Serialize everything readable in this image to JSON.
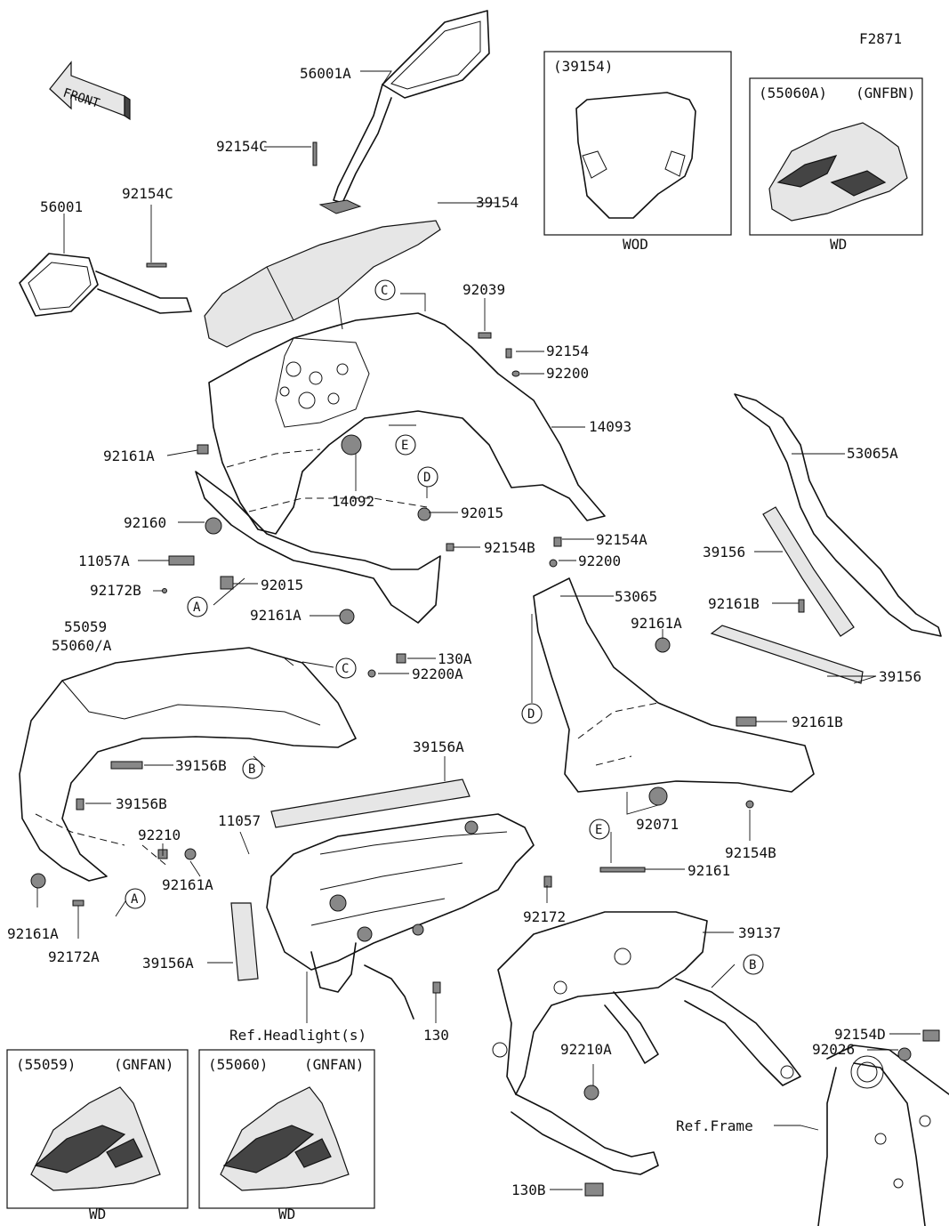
{
  "figure_code": "F2871",
  "front_arrow": "FRONT",
  "parts": {
    "p56001A": "56001A",
    "p92154C_top": "92154C",
    "p56001": "56001",
    "p92154C_left": "92154C",
    "p39154": "39154",
    "p92039": "92039",
    "p92154": "92154",
    "p92200_top": "92200",
    "p14093": "14093",
    "p92161A_1": "92161A",
    "p14092": "14092",
    "p92015_1": "92015",
    "p92160": "92160",
    "p11057A": "11057A",
    "p92172B": "92172B",
    "p92015_2": "92015",
    "p92161A_2": "92161A",
    "p92154B_1": "92154B",
    "p92154A": "92154A",
    "p92200_mid": "92200",
    "p53065": "53065",
    "p53065A": "53065A",
    "p39156_1": "39156",
    "p92161B_1": "92161B",
    "p92161A_3": "92161A",
    "p39156_2": "39156",
    "p92161B_2": "92161B",
    "p92071": "92071",
    "p92154B_2": "92154B",
    "p55059": "55059",
    "p55060A": "55060/A",
    "p130A": "130A",
    "p92200A": "92200A",
    "p39156A_1": "39156A",
    "p39156B_1": "39156B",
    "p39156B_2": "39156B",
    "p11057": "11057",
    "p92210": "92210",
    "p92161A_4": "92161A",
    "p92161A_5": "92161A",
    "p92172A": "92172A",
    "p39156A_2": "39156A",
    "p92172": "92172",
    "p130": "130",
    "ref_headlight": "Ref.Headlight(s)",
    "p92161": "92161",
    "p39137": "39137",
    "p92210A": "92210A",
    "p92154D": "92154D",
    "p92026": "92026",
    "ref_frame": "Ref.Frame",
    "p130B": "130B"
  },
  "callouts": {
    "c1": "C",
    "c2": "C",
    "d1": "D",
    "d2": "D",
    "e1": "E",
    "e2": "E",
    "a1": "A",
    "a2": "A",
    "b1": "B",
    "b2": "B"
  },
  "insets": {
    "windshield": {
      "part": "(39154)",
      "caption": "WOD"
    },
    "cowl_gnfbn": {
      "part": "(55060A)",
      "variant": "(GNFBN)",
      "caption": "WD"
    },
    "cowl_55059": {
      "part": "(55059)",
      "variant": "(GNFAN)",
      "caption": "WD"
    },
    "cowl_55060": {
      "part": "(55060)",
      "variant": "(GNFAN)",
      "caption": "WD"
    }
  }
}
